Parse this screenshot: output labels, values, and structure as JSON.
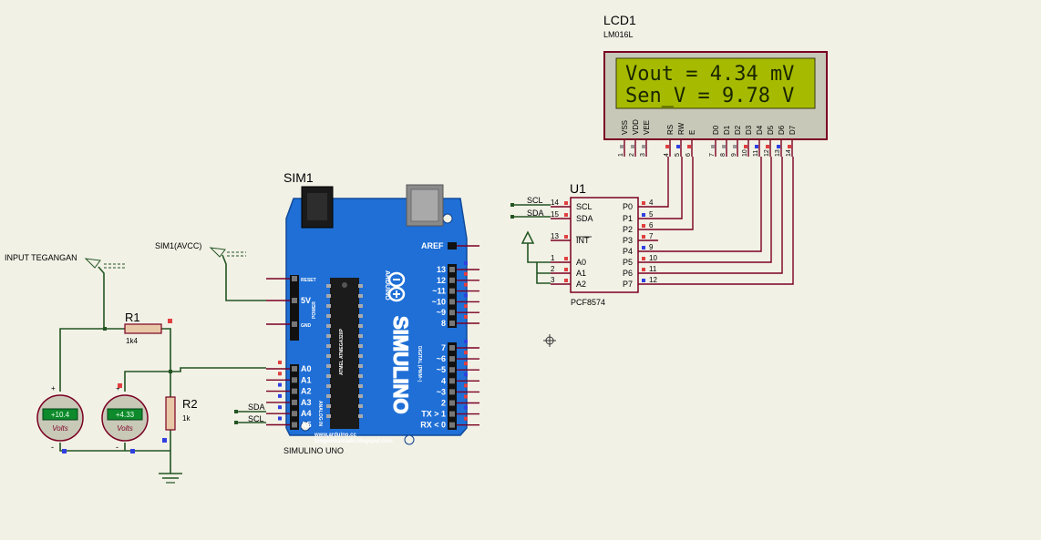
{
  "lcd": {
    "ref": "LCD1",
    "model": "LM016L",
    "line1": "Vout = 4.34 mV",
    "line2": "Sen_V = 9.78 V",
    "pins": [
      "VSS",
      "VDD",
      "VEE",
      "RS",
      "RW",
      "E",
      "D0",
      "D1",
      "D2",
      "D3",
      "D4",
      "D5",
      "D6",
      "D7"
    ],
    "pin_numbers": [
      "1",
      "2",
      "3",
      "4",
      "5",
      "6",
      "7",
      "8",
      "9",
      "10",
      "11",
      "12",
      "13",
      "14"
    ]
  },
  "u1": {
    "ref": "U1",
    "part": "PCF8574",
    "left_pins": [
      {
        "name": "SCL",
        "num": "14"
      },
      {
        "name": "SDA",
        "num": "15"
      },
      {
        "name": "INT",
        "num": "13"
      },
      {
        "name": "A0",
        "num": "1"
      },
      {
        "name": "A1",
        "num": "2"
      },
      {
        "name": "A2",
        "num": "3"
      }
    ],
    "right_pins": [
      {
        "name": "P0",
        "num": "4"
      },
      {
        "name": "P1",
        "num": "5"
      },
      {
        "name": "P2",
        "num": "6"
      },
      {
        "name": "P3",
        "num": "7"
      },
      {
        "name": "P4",
        "num": "9"
      },
      {
        "name": "P5",
        "num": "10"
      },
      {
        "name": "P6",
        "num": "11"
      },
      {
        "name": "P7",
        "num": "12"
      }
    ],
    "net_scl": "SCL",
    "net_sda": "SDA"
  },
  "sim1": {
    "ref": "SIM1",
    "name": "SIMULINO UNO",
    "logo": "SIMULINO",
    "brand": "ARDUINO",
    "aref": "AREF",
    "digital_pins": [
      "13",
      "12",
      "~11",
      "~10",
      "~9",
      "8",
      "7",
      "~6",
      "~5",
      "4",
      "~3",
      "2",
      "TX > 1",
      "RX < 0"
    ],
    "power_pins": [
      "RESET",
      "5V",
      "GND"
    ],
    "power_label": "POWER",
    "analog_pins": [
      "A0",
      "A1",
      "A2",
      "A3",
      "A4",
      "A5"
    ],
    "analog_label": "ANALOG IN",
    "digital_label": "DIGITAL (PWM~)",
    "url1": "www.arduino.cc",
    "url2": "blogembarcado.blogspot.com",
    "chip": "ATMEL ATMEGA328P",
    "net_sda": "SDA",
    "net_scl": "SCL"
  },
  "labels": {
    "input": "INPUT TEGANGAN",
    "avcc": "SIM1(AVCC)"
  },
  "r1": {
    "ref": "R1",
    "value": "1k4"
  },
  "r2": {
    "ref": "R2",
    "value": "1k"
  },
  "voltmeters": [
    {
      "reading": "+10.4",
      "unit": "Volts",
      "plus": "+",
      "minus": "-"
    },
    {
      "reading": "+4.33",
      "unit": "Volts",
      "plus": "+",
      "minus": "-"
    }
  ],
  "colors": {
    "board": "#1f6fd6",
    "lcd_screen": "#a4b800",
    "lcd_frame": "#7a0022",
    "wire": "#225522",
    "pin_red": "#e04040",
    "pin_blue": "#3040e0",
    "meter_display": "#0d8a2c"
  }
}
